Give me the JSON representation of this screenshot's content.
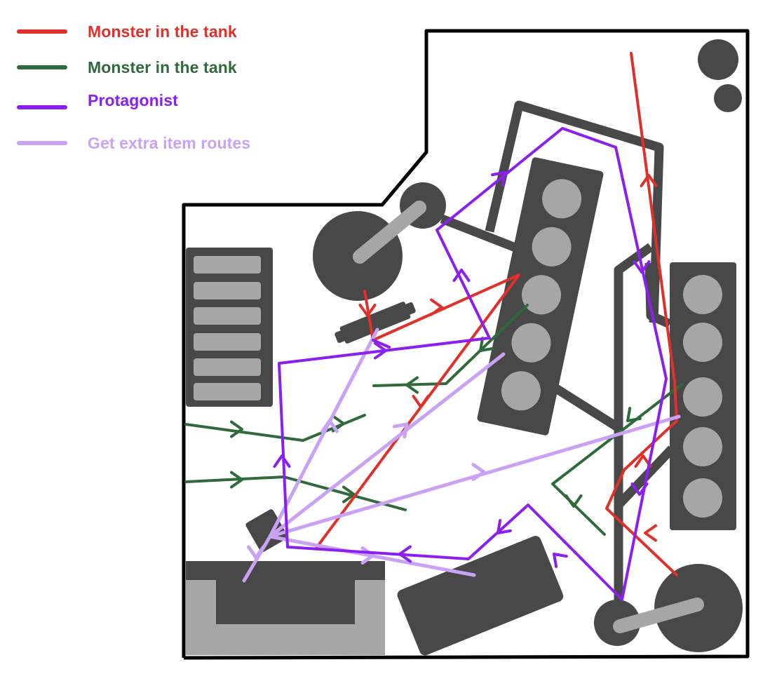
{
  "legend": {
    "items": [
      {
        "label": "Monster in the tank",
        "color": "#e0302a",
        "series": "red-monster"
      },
      {
        "label": "Monster in the tank",
        "color": "#2f6a3a",
        "series": "green-monster"
      },
      {
        "label": "Protagonist",
        "color": "#8a1fef",
        "series": "protagonist"
      },
      {
        "label": "Get extra item routes",
        "color": "#caa2f5",
        "series": "extra-item"
      }
    ]
  },
  "colors": {
    "wall": "#000000",
    "obstacle_dark": "#484848",
    "obstacle_light": "#a6a6a6",
    "floor": "#ffffff"
  },
  "routes": {
    "red-monster": [
      {
        "points": [
          [
            900,
            76
          ],
          [
            962,
            545
          ],
          [
            965,
            600
          ],
          [
            890,
            670
          ],
          [
            865,
            725
          ],
          [
            965,
            820
          ]
        ],
        "arrows": [
          [
            925,
            250,
            "up"
          ],
          [
            917,
            650,
            "up"
          ],
          [
            920,
            760,
            "left"
          ]
        ]
      },
      {
        "points": [
          [
            520,
            415
          ],
          [
            532,
            485
          ],
          [
            740,
            392
          ],
          [
            452,
            780
          ]
        ],
        "arrows": [
          [
            524,
            450,
            "down"
          ],
          [
            630,
            438,
            "right"
          ],
          [
            600,
            580,
            "down"
          ]
        ]
      }
    ],
    "green-monster": [
      {
        "points": [
          [
            265,
            605
          ],
          [
            432,
            628
          ],
          [
            520,
            592
          ]
        ],
        "arrows": [
          [
            345,
            612,
            "right"
          ],
          [
            490,
            604,
            "right"
          ]
        ]
      },
      {
        "points": [
          [
            265,
            687
          ],
          [
            405,
            680
          ],
          [
            578,
            727
          ]
        ],
        "arrows": [
          [
            345,
            684,
            "right"
          ],
          [
            505,
            705,
            "right"
          ]
        ]
      },
      {
        "points": [
          [
            752,
            435
          ],
          [
            636,
            547
          ],
          [
            533,
            550
          ]
        ],
        "arrows": [
          [
            685,
            500,
            "down-left"
          ],
          [
            580,
            549,
            "left"
          ]
        ]
      },
      {
        "points": [
          [
            972,
            548
          ],
          [
            788,
            690
          ],
          [
            862,
            762
          ]
        ],
        "arrows": [
          [
            895,
            600,
            "down-left"
          ],
          [
            818,
            722,
            "down"
          ]
        ]
      }
    ],
    "protagonist": [
      {
        "points": [
          [
            410,
            780
          ],
          [
            398,
            518
          ],
          [
            698,
            482
          ],
          [
            623,
            328
          ],
          [
            802,
            183
          ],
          [
            878,
            210
          ],
          [
            950,
            540
          ],
          [
            887,
            855
          ],
          [
            753,
            720
          ],
          [
            668,
            797
          ],
          [
            410,
            780
          ]
        ],
        "arrows": [
          [
            402,
            650,
            "up"
          ],
          [
            550,
            500,
            "right"
          ],
          [
            658,
            385,
            "up"
          ],
          [
            720,
            246,
            "up-right"
          ],
          [
            915,
            388,
            "down"
          ],
          [
            912,
            705,
            "down"
          ],
          [
            790,
            790,
            "up-left"
          ],
          [
            710,
            760,
            "down-left"
          ],
          [
            570,
            790,
            "left"
          ]
        ]
      },
      {
        "points": [
          [
            532,
            485
          ],
          [
            555,
            495
          ]
        ],
        "arrows": []
      }
    ],
    "extra-item": [
      {
        "points": [
          [
            538,
            470
          ],
          [
            385,
            765
          ]
        ],
        "arrows": [
          [
            470,
            600,
            "up"
          ]
        ]
      },
      {
        "points": [
          [
            718,
            505
          ],
          [
            385,
            765
          ]
        ],
        "arrows": [
          [
            580,
            605,
            "up-right"
          ]
        ]
      },
      {
        "points": [
          [
            968,
            594
          ],
          [
            385,
            765
          ]
        ],
        "arrows": [
          [
            690,
            673,
            "right"
          ]
        ]
      },
      {
        "points": [
          [
            676,
            820
          ],
          [
            385,
            765
          ]
        ],
        "arrows": [
          [
            532,
            792,
            "right"
          ]
        ]
      },
      {
        "points": [
          [
            385,
            765
          ],
          [
            348,
            828
          ]
        ],
        "arrows": [
          [
            365,
            795,
            "down"
          ]
        ]
      }
    ]
  }
}
